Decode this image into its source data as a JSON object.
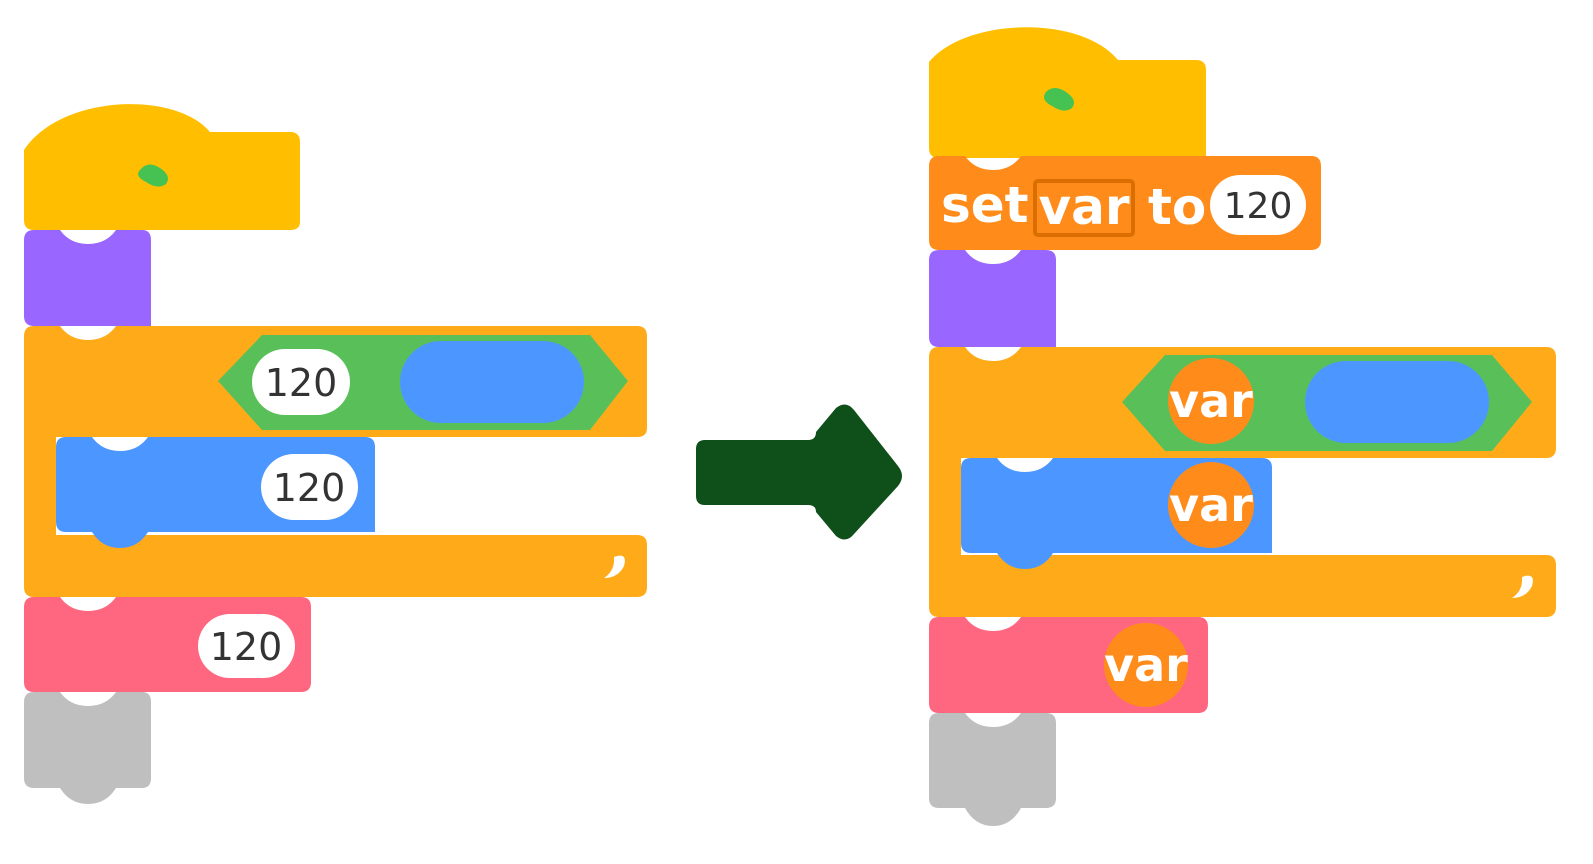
{
  "colors": {
    "event": "#FFBF00",
    "looks": "#9966FF",
    "control": "#FFAB19",
    "operator": "#59C059",
    "reporter_slot": "#4C97FF",
    "motion": "#4C97FF",
    "variables": "#FF8C1A",
    "my_blocks": "#FF6680",
    "end_cap": "#BFBFBF",
    "arrow": "#0F4F1A",
    "flag": "#45C251"
  },
  "icons": [
    "green-flag-icon",
    "loop-arrow-icon",
    "right-arrow-icon"
  ],
  "before": {
    "operator_value": "120",
    "motion_value": "120",
    "pink_value": "120"
  },
  "after": {
    "set_label": "set",
    "set_variable": "var",
    "set_to": "to",
    "set_value": "120",
    "operator_var": "var",
    "motion_var": "var",
    "pink_var": "var"
  }
}
